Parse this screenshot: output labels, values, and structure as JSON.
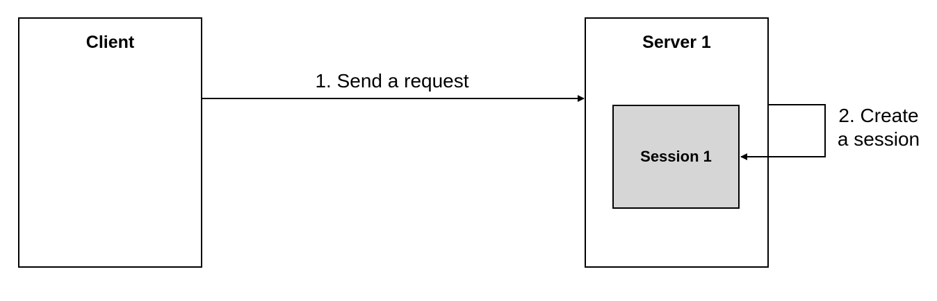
{
  "nodes": {
    "client": {
      "title": "Client"
    },
    "server": {
      "title": "Server 1"
    },
    "session": {
      "title": "Session 1"
    }
  },
  "edges": {
    "request": {
      "label": "1. Send a request"
    },
    "create_session": {
      "label_lines": [
        "2. Create",
        "a session"
      ]
    }
  },
  "colors": {
    "border": "#000000",
    "session_fill": "#d6d6d6",
    "background": "#ffffff"
  }
}
